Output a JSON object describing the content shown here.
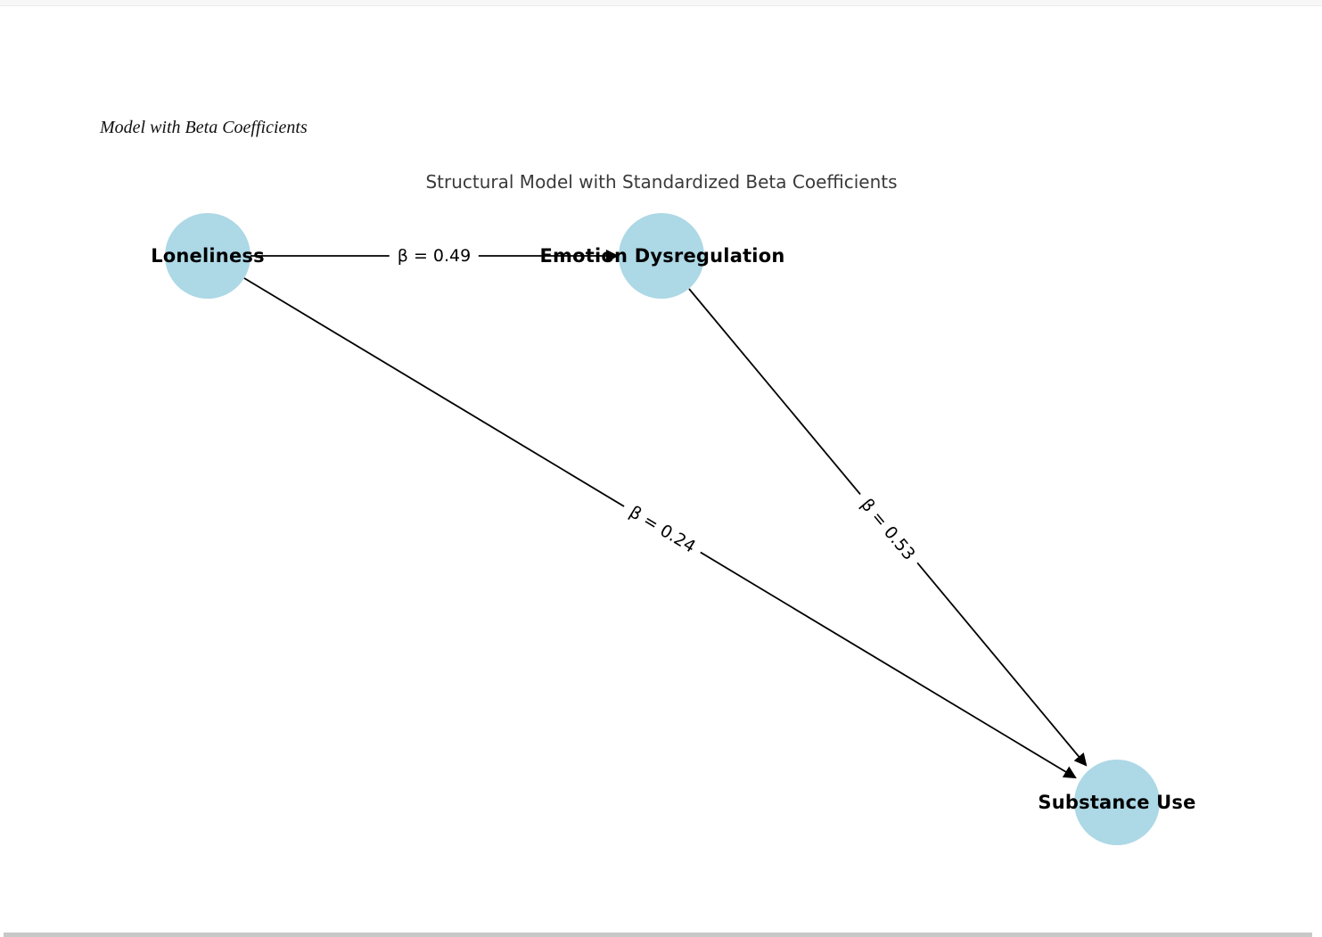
{
  "document": {
    "heading": "Model with Beta Coefficients"
  },
  "figure": {
    "title": "Structural Model with Standardized Beta Coefficients",
    "type": "path-diagram",
    "node_fill_color": "#ADD8E6",
    "edge_color": "#000000",
    "nodes": [
      {
        "id": "loneliness",
        "label": "Loneliness"
      },
      {
        "id": "emotion_dysregulation",
        "label": "Emotion Dysregulation"
      },
      {
        "id": "substance_use",
        "label": "Substance Use"
      }
    ],
    "edges": [
      {
        "source": "loneliness",
        "target": "emotion_dysregulation",
        "coefficient": 0.49,
        "label": "β = 0.49"
      },
      {
        "source": "loneliness",
        "target": "substance_use",
        "coefficient": 0.24,
        "label": "β = 0.24"
      },
      {
        "source": "emotion_dysregulation",
        "target": "substance_use",
        "coefficient": 0.53,
        "label": "β = 0.53"
      }
    ]
  }
}
